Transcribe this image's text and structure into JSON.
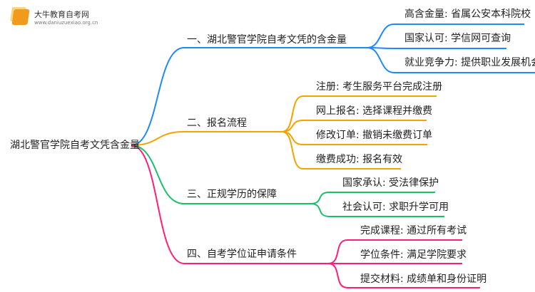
{
  "logo": {
    "name": "大牛教育自考网",
    "url": "www.daniuzuexiao.org.cn"
  },
  "root": "湖北警官学院自考文凭含金量",
  "branches": [
    {
      "label": "一、湖北警官学院自考文凭的含金量",
      "color": "#1e88ff",
      "children": [
        "高含金量: 省属公安本科院校",
        "国家认可: 学信网可查询",
        "就业竞争力: 提供职业发展机会"
      ]
    },
    {
      "label": "二、报名流程",
      "color": "#f5a300",
      "children": [
        "注册: 考生服务平台完成注册",
        "网上报名: 选择课程并缴费",
        "修改订单: 撤销未缴费订单",
        "缴费成功: 报名有效"
      ]
    },
    {
      "label": "三、正规学历的保障",
      "color": "#19c06a",
      "children": [
        "国家承认: 受法律保护",
        "社会认可: 求职升学可用"
      ]
    },
    {
      "label": "四、自考学位证申请条件",
      "color": "#ff1f78",
      "children": [
        "完成课程: 通过所有考试",
        "学位条件: 满足学院要求",
        "提交材料: 成绩单和身份证明"
      ]
    }
  ]
}
